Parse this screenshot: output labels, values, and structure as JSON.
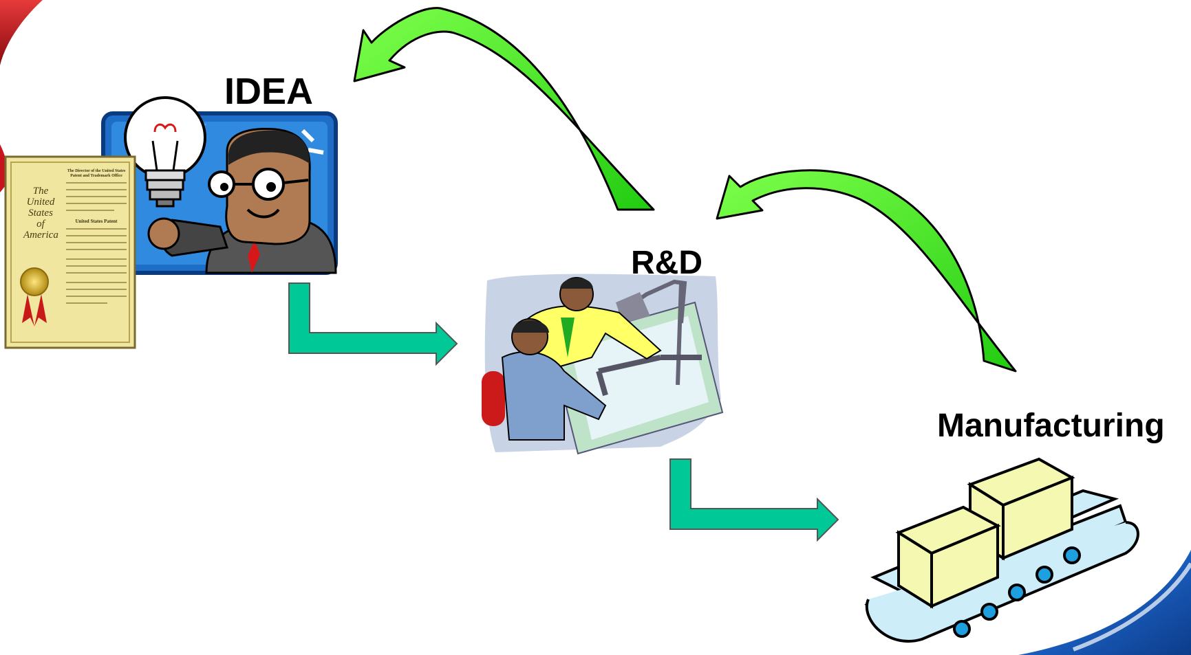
{
  "slide": {
    "stages": {
      "idea": "IDEA",
      "rd": "R&D",
      "manufacturing": "Manufacturing"
    },
    "patent": {
      "title_script": [
        "The",
        "United",
        "States",
        "of",
        "America"
      ],
      "heading": "The Director of the United States Patent and Trademark Office",
      "doc_title": "United States Patent"
    }
  },
  "colors": {
    "step_arrow": "#00c896",
    "feedback_arrow": "#44ee22",
    "banner_blue": "#1a5fc0",
    "banner_red": "#c8141e",
    "patent_paper": "#f0e6a0",
    "box_yellow": "#f4f8b0",
    "conveyor": "#cdeef8"
  }
}
